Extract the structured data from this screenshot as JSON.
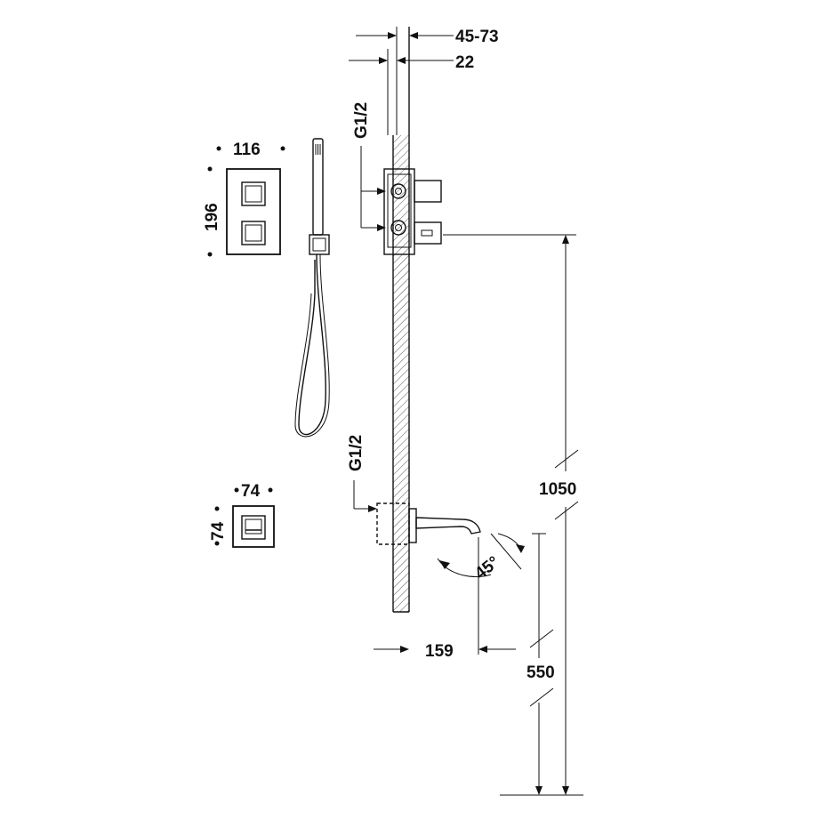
{
  "dimensions": {
    "wall_gap_outer": "45-73",
    "wall_gap_inner": "22",
    "thread_upper": "G1/2",
    "thread_lower": "G1/2",
    "panel_width": "116",
    "panel_height": "196",
    "spout_plate_width": "74",
    "spout_plate_height": "74",
    "total_height": "1050",
    "spout_height": "550",
    "spout_projection": "159",
    "spout_angle": "45°"
  },
  "icons": [
    "thermostatic-panel-icon",
    "hand-shower-icon",
    "spout-plate-icon",
    "wall-section-icon",
    "spout-icon"
  ]
}
